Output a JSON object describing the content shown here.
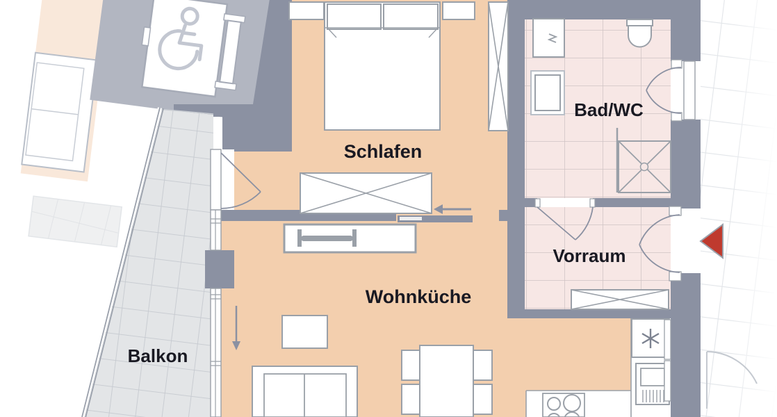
{
  "plan": {
    "rooms": {
      "schlafen": {
        "label": "Schlafen"
      },
      "bad_wc": {
        "label": "Bad/WC"
      },
      "vorraum": {
        "label": "Vorraum"
      },
      "wohnkueche": {
        "label": "Wohnküche"
      },
      "balkon": {
        "label": "Balkon"
      }
    },
    "icons": {
      "wheelchair": "wheelchair-accessible-icon",
      "entrance_arrow": "red-triangle-entrance-marker",
      "fridge_star": "asterisk-appliance-symbol",
      "washer_mark": "zigzag-water-symbol",
      "slide_arrow": "sliding-door-direction-arrow",
      "balcony_arrow": "door-opening-direction-arrow"
    },
    "colors": {
      "wall": "#8b91a2",
      "floor_main": "#f3cfae",
      "floor_wet_tile": "#f7e7e5",
      "wet_tile_line": "#cfc3c4",
      "balcony_tile": "#e3e5e7",
      "balcony_tile_line": "#c6cad0",
      "corridor_tile_line": "#e2e5e9",
      "neighbor_floor": "#f9e8da",
      "furniture_stroke": "#9aa0a8",
      "label_text": "#191922",
      "entrance_arrow": "#bf3a2e",
      "elevator_shaft": "#b2b6c1"
    }
  }
}
